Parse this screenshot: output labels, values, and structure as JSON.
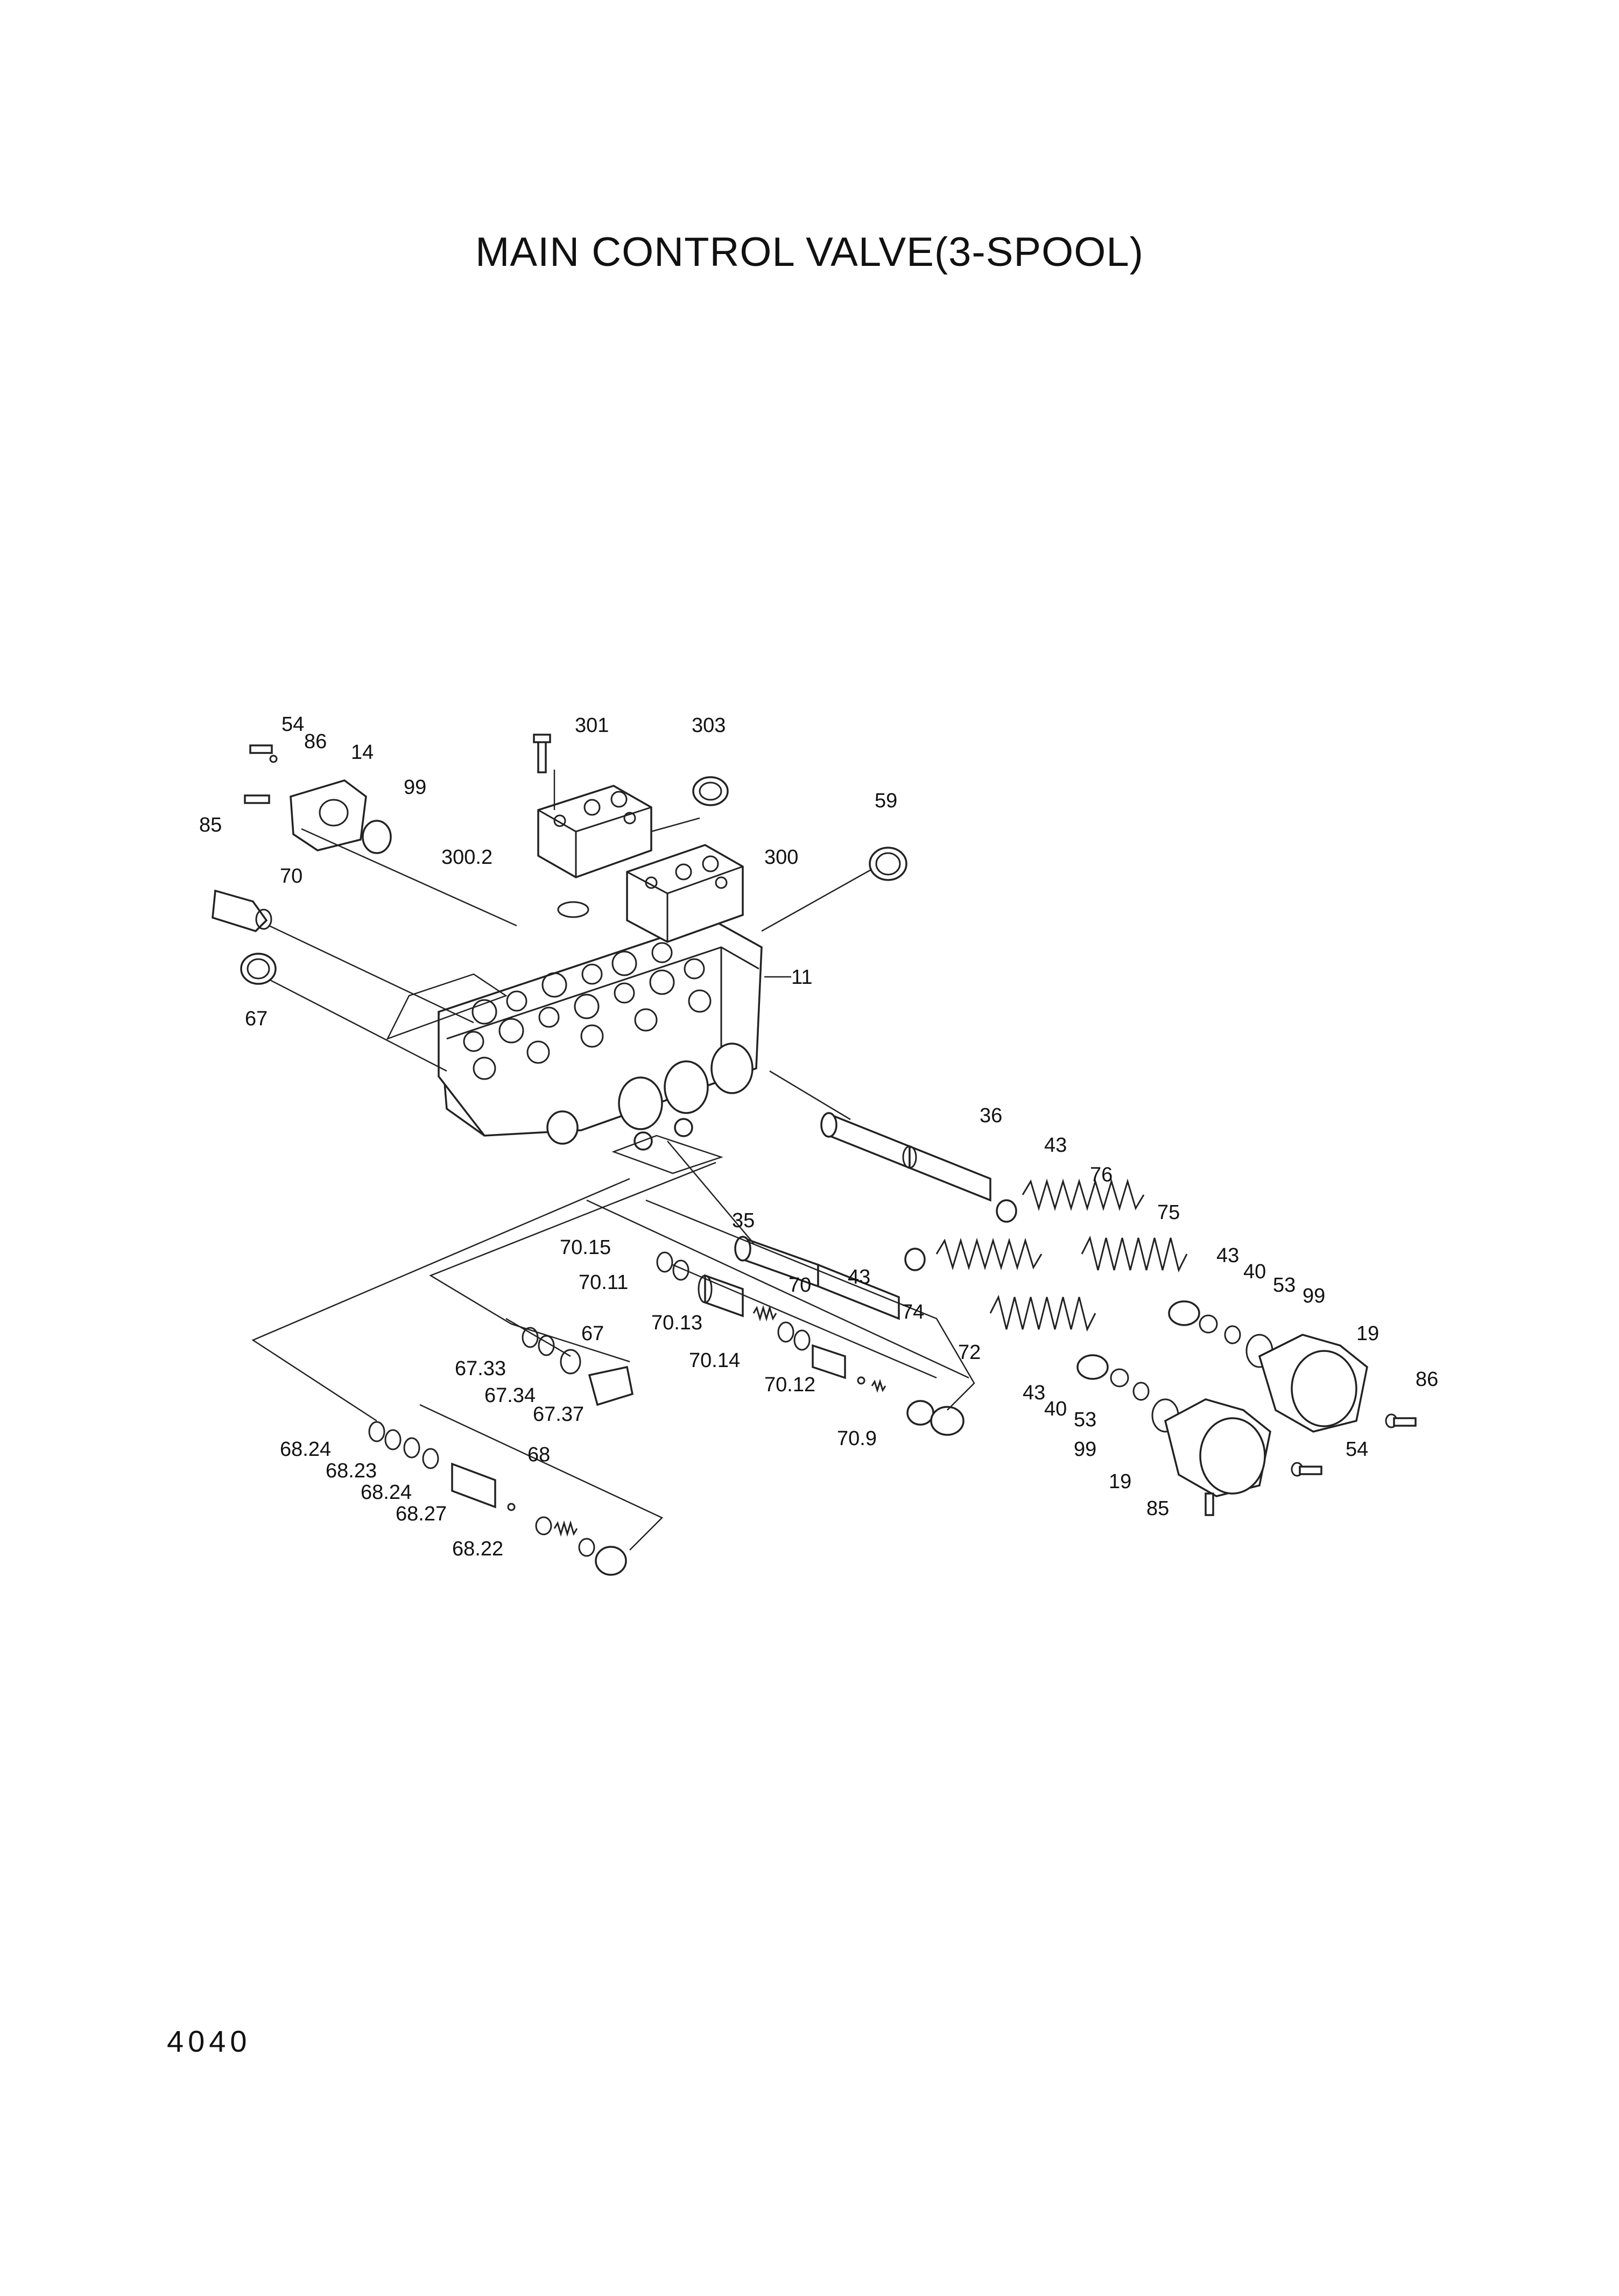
{
  "title": "MAIN CONTROL VALVE(3-SPOOL)",
  "page_number": "4040",
  "callouts": [
    "54",
    "86",
    "14",
    "85",
    "99",
    "301",
    "303",
    "59",
    "300.2",
    "300",
    "70",
    "11",
    "67",
    "36",
    "43",
    "76",
    "75",
    "35",
    "70.15",
    "70.11",
    "70",
    "43",
    "74",
    "72",
    "43",
    "40",
    "53",
    "99",
    "19",
    "86",
    "70.13",
    "67",
    "70.14",
    "70.12",
    "67.33",
    "67.34",
    "67.37",
    "70.9",
    "43",
    "40",
    "53",
    "99",
    "19",
    "54",
    "85",
    "68.24",
    "68.23",
    "68.24",
    "68",
    "68.27",
    "68.22"
  ]
}
